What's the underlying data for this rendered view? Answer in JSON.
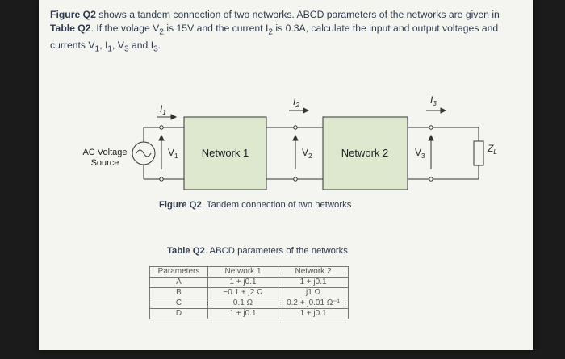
{
  "problem": {
    "p1": "Figure Q2",
    "p2": " shows a tandem connection of two networks. ABCD parameters of the networks are given in ",
    "p3": "Table Q2",
    "p4": ". If the volage V",
    "p4s": "2",
    "p5": " is 15V and the current I",
    "p5s": "2",
    "p6": " is 0.3A, calculate the input and output voltages and currents V",
    "p6s": "1",
    "p7": ", I",
    "p7s": "1",
    "p8": ", V",
    "p8s": "3",
    "p9": " and I",
    "p9s": "3",
    "p10": "."
  },
  "circuit": {
    "source_line1": "AC Voltage",
    "source_line2": "Source",
    "network1": "Network 1",
    "network2": "Network 2",
    "v1": "V",
    "v1s": "1",
    "v2": "V",
    "v2s": "2",
    "v3": "V",
    "v3s": "3",
    "i1": "I",
    "i1s": "1",
    "i2": "I",
    "i2s": "2",
    "i3": "I",
    "i3s": "3",
    "zl": "Z",
    "zls": "L",
    "ac_source_icon": "ac-source-icon"
  },
  "figure_caption": {
    "label": "Figure Q2",
    "text": ". Tandem connection of two networks"
  },
  "table_caption": {
    "label": "Table Q2",
    "text": ". ABCD parameters of the networks"
  },
  "table": {
    "headers": [
      "Parameters",
      "Network 1",
      "Network 2"
    ],
    "rows": [
      [
        "A",
        "1 + j0.1",
        "1 + j0.1"
      ],
      [
        "B",
        "−0.1 + j2 Ω",
        "j1 Ω"
      ],
      [
        "C",
        "0.1 Ω",
        "0.2 + j0.01 Ω⁻¹"
      ],
      [
        "D",
        "1 + j0.1",
        "1 + j0.1"
      ]
    ]
  }
}
